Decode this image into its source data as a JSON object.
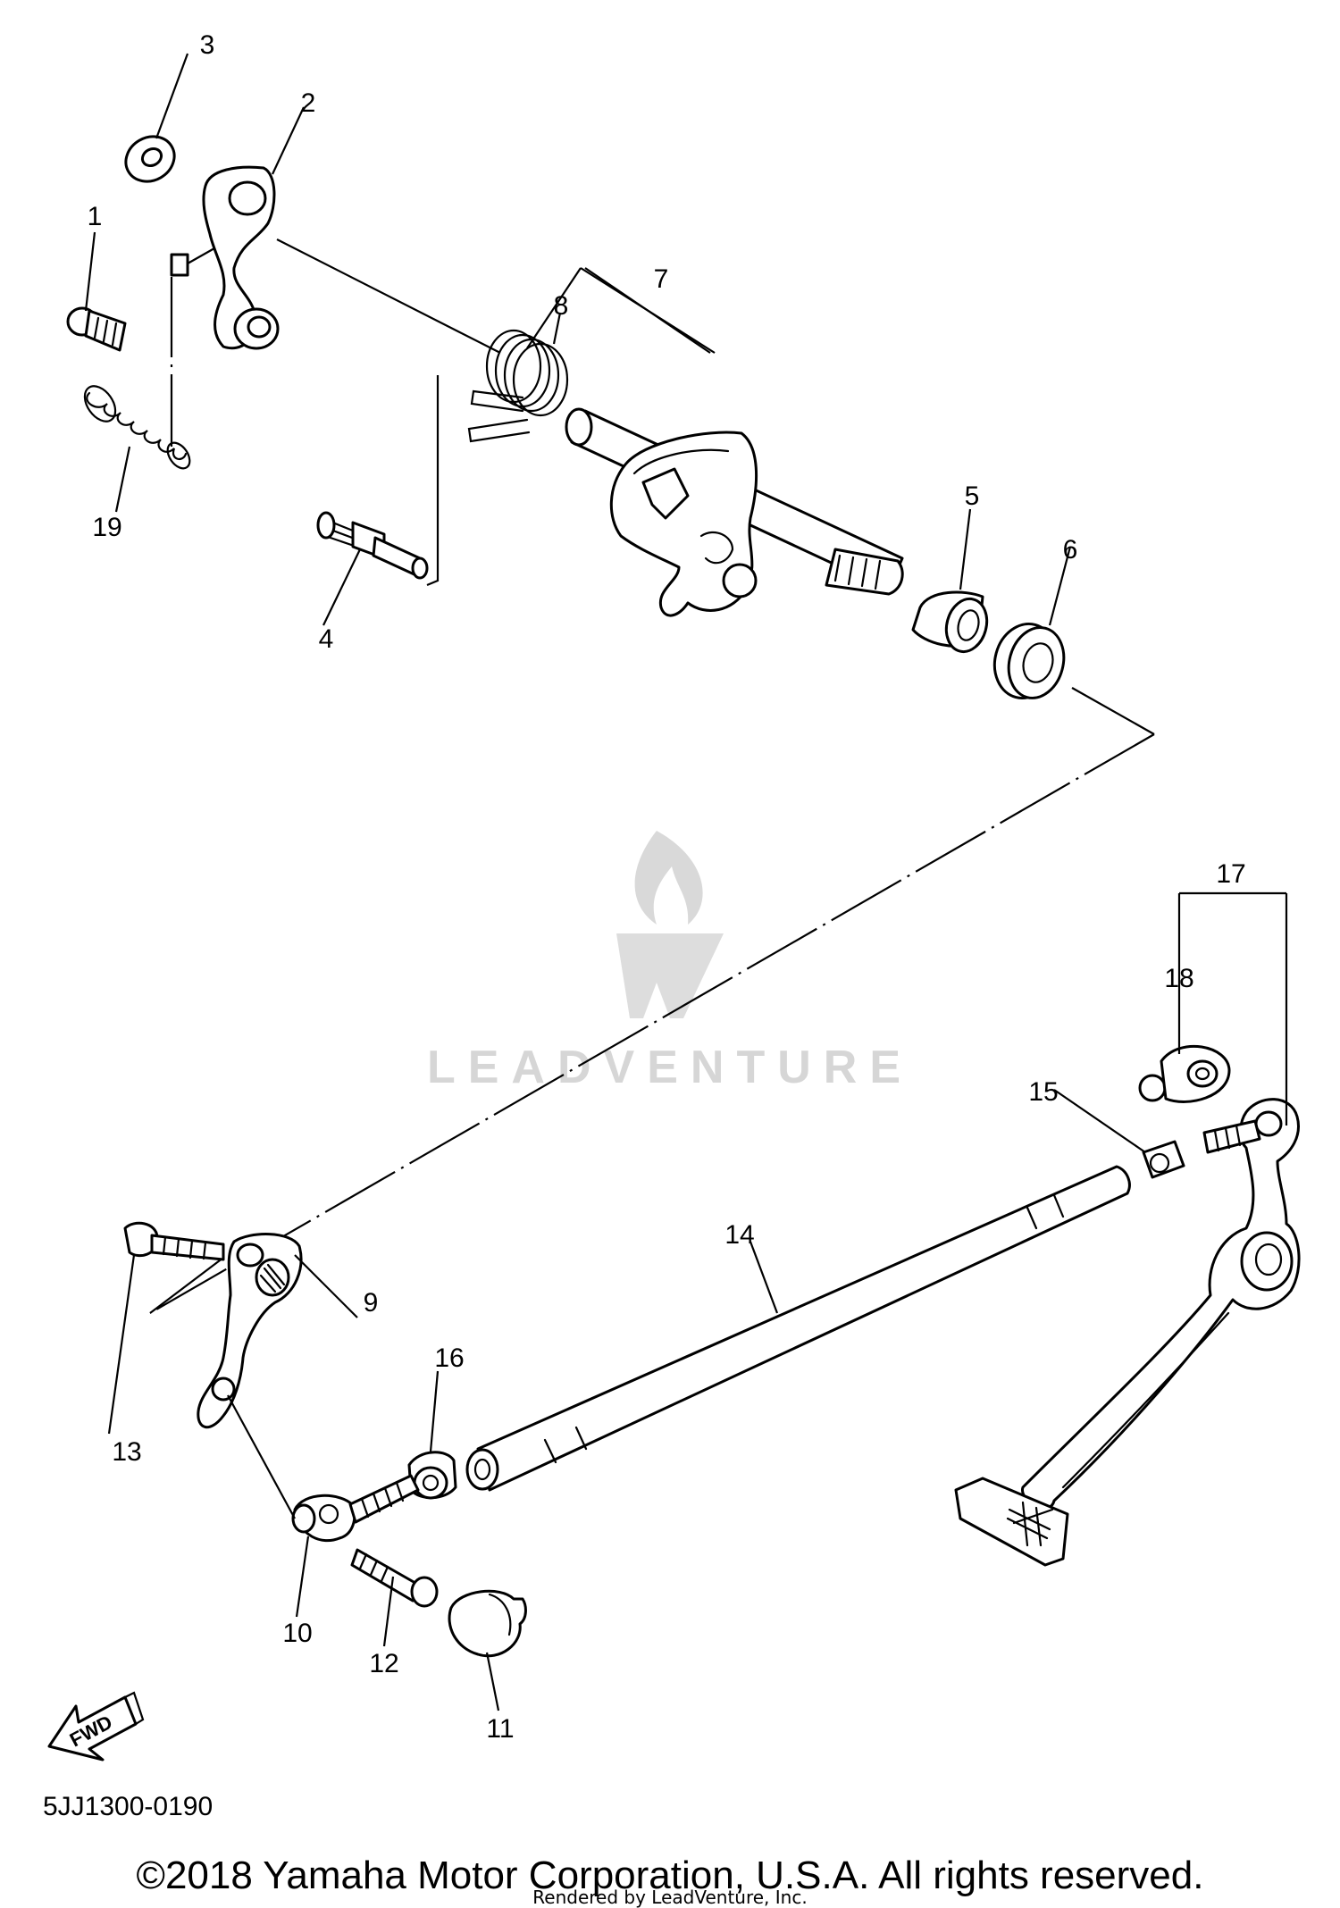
{
  "diagram": {
    "callouts": [
      "1",
      "2",
      "3",
      "4",
      "5",
      "6",
      "7",
      "8",
      "9",
      "10",
      "11",
      "12",
      "13",
      "14",
      "15",
      "16",
      "17",
      "18",
      "19"
    ],
    "watermark": "LEADVENTURE",
    "fwd_label": "FWD",
    "figure_code": "5JJ1300-0190"
  },
  "footer": {
    "copyright": "©2018 Yamaha Motor Corporation, U.S.A. All rights reserved.",
    "rendered_by": "Rendered by LeadVenture, Inc."
  }
}
